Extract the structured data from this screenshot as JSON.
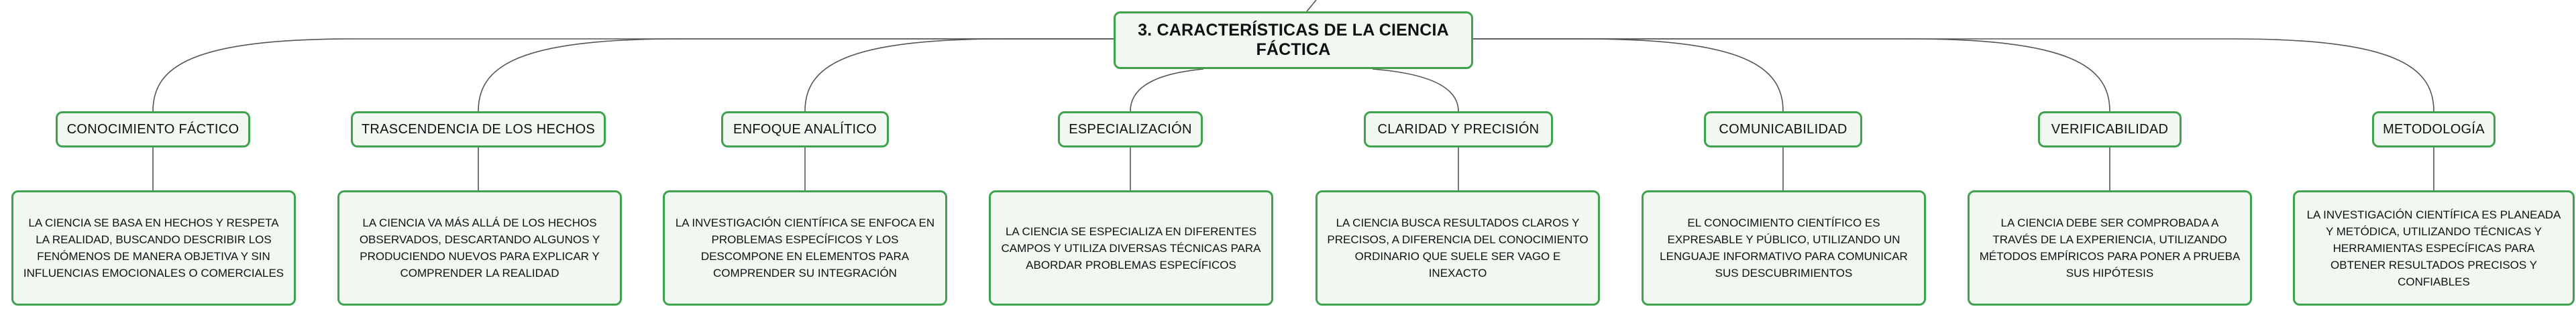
{
  "root": {
    "title": "3. CARACTERÍSTICAS DE LA CIENCIA FÁCTICA"
  },
  "branches": [
    {
      "title": "CONOCIMIENTO FÁCTICO",
      "description": "LA CIENCIA SE BASA EN HECHOS Y RESPETA LA REALIDAD, BUSCANDO DESCRIBIR LOS FENÓMENOS DE MANERA OBJETIVA Y SIN INFLUENCIAS EMOCIONALES O COMERCIALES"
    },
    {
      "title": "TRASCENDENCIA DE LOS HECHOS",
      "description": "LA CIENCIA VA MÁS ALLÁ DE LOS HECHOS OBSERVADOS, DESCARTANDO ALGUNOS Y PRODUCIENDO NUEVOS PARA EXPLICAR Y COMPRENDER LA REALIDAD"
    },
    {
      "title": "ENFOQUE ANALÍTICO",
      "description": "LA INVESTIGACIÓN CIENTÍFICA SE ENFOCA EN PROBLEMAS ESPECÍFICOS Y LOS DESCOMPONE EN ELEMENTOS PARA COMPRENDER SU INTEGRACIÓN"
    },
    {
      "title": "ESPECIALIZACIÓN",
      "description": "LA CIENCIA SE ESPECIALIZA EN DIFERENTES CAMPOS Y UTILIZA DIVERSAS TÉCNICAS PARA ABORDAR PROBLEMAS ESPECÍFICOS"
    },
    {
      "title": "CLARIDAD Y PRECISIÓN",
      "description": "LA CIENCIA BUSCA RESULTADOS CLAROS Y PRECISOS, A DIFERENCIA DEL CONOCIMIENTO ORDINARIO QUE SUELE SER VAGO E INEXACTO"
    },
    {
      "title": "COMUNICABILIDAD",
      "description": "EL CONOCIMIENTO CIENTÍFICO ES EXPRESABLE Y PÚBLICO, UTILIZANDO UN LENGUAJE INFORMATIVO PARA COMUNICAR SUS DESCUBRIMIENTOS"
    },
    {
      "title": "VERIFICABILIDAD",
      "description": "LA CIENCIA DEBE SER COMPROBADA A TRAVÉS DE LA EXPERIENCIA, UTILIZANDO MÉTODOS EMPÍRICOS PARA PONER A PRUEBA SUS HIPÓTESIS"
    },
    {
      "title": "METODOLOGÍA",
      "description": "LA INVESTIGACIÓN CIENTÍFICA ES PLANEADA Y METÓDICA, UTILIZANDO TÉCNICAS Y HERRAMIENTAS ESPECÍFICAS PARA OBTENER RESULTADOS PRECISOS Y CONFIABLES"
    }
  ],
  "colors": {
    "node_border": "#3ea34c",
    "node_fill": "#f1f8f2",
    "connector": "#555555",
    "text": "#111111"
  }
}
